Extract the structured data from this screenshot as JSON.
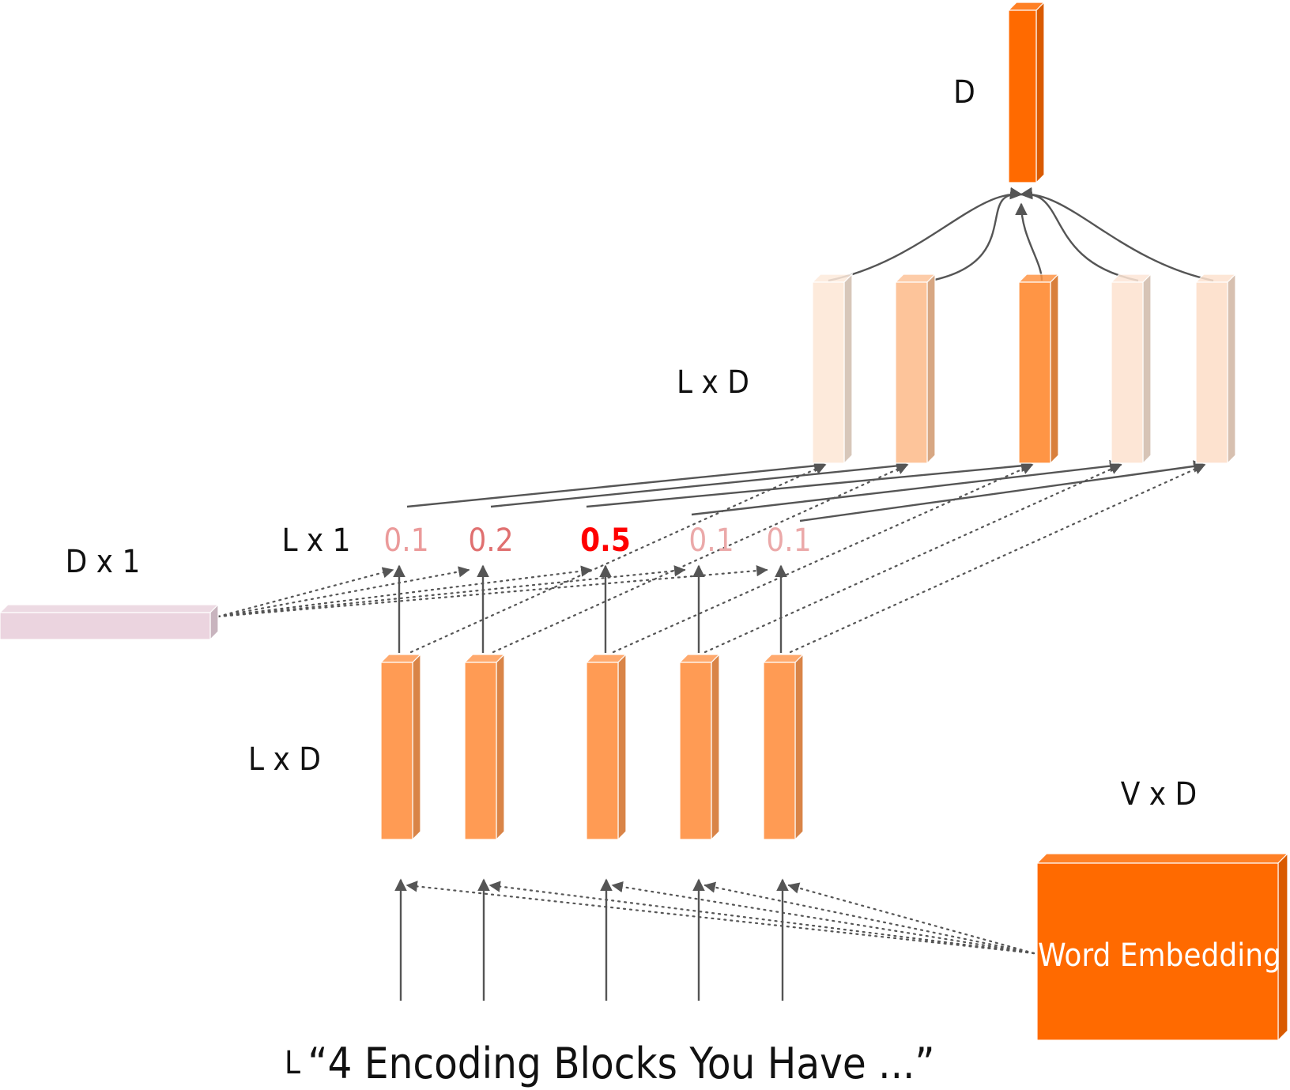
{
  "labels": {
    "output_dim": "D",
    "weighted_dim": "L x D",
    "query_dim": "D x 1",
    "weights_dim": "L x 1",
    "encoded_dim": "L x D",
    "embedding_dim": "V x D",
    "sequence_dim": "L"
  },
  "sentence": "“4 Encoding Blocks You Have ...”",
  "word_embedding": {
    "label": "Word Embedding",
    "color": "#ff6a00"
  },
  "attention_weights": [
    {
      "value": "0.1",
      "color": "#eb9a9a"
    },
    {
      "value": "0.2",
      "color": "#e07070"
    },
    {
      "value": "0.5",
      "color": "#ff0000"
    },
    {
      "value": "0.1",
      "color": "#eba9a9"
    },
    {
      "value": "0.1",
      "color": "#eba9a9"
    }
  ],
  "colors": {
    "output": "#ff6a00",
    "encoded": "#ff9b54",
    "query": "#ebd4df",
    "weighted": [
      "#fdeadb",
      "#fdc49a",
      "#ff9545",
      "#fde6d6",
      "#fde2cf"
    ]
  }
}
